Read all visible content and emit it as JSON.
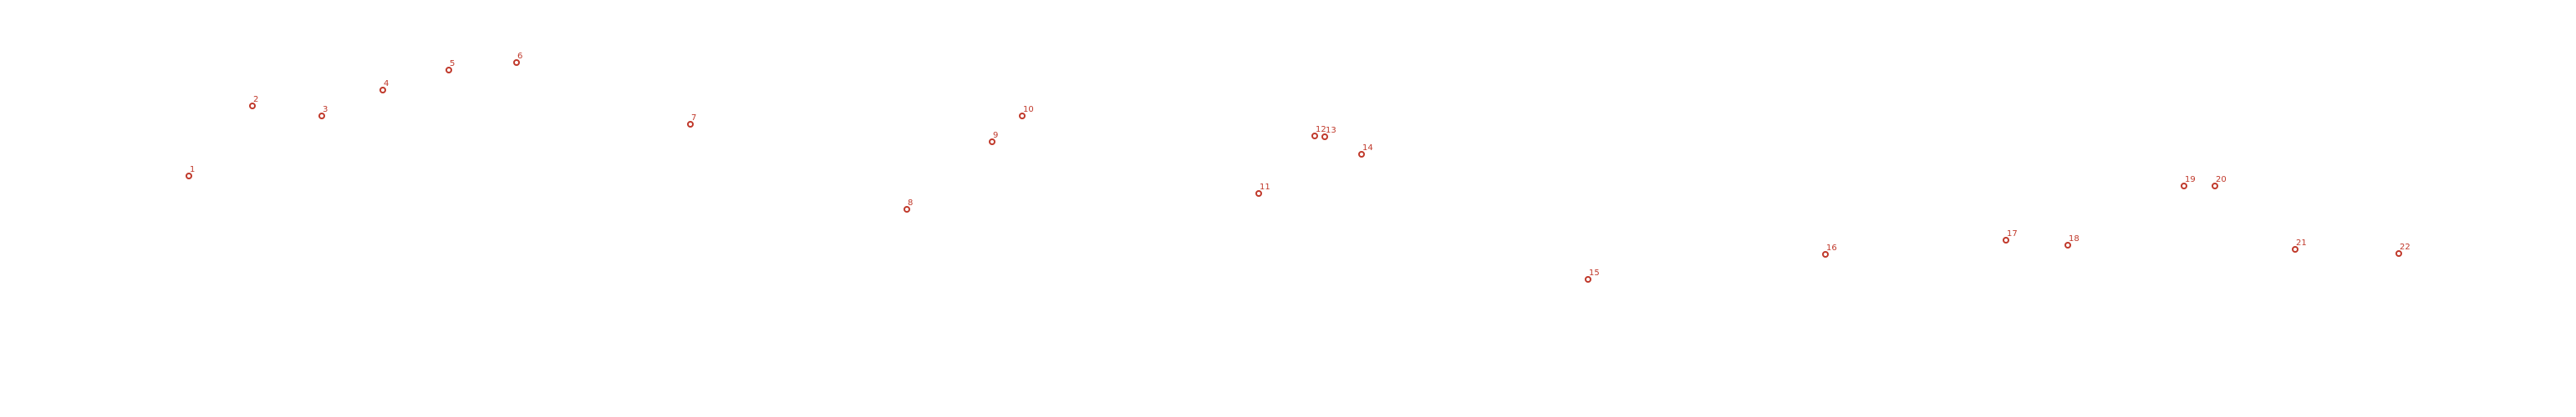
{
  "colors": {
    "background": "#ffffff",
    "marker": "#c0392b",
    "label": "#c0392b"
  },
  "points": [
    {
      "label": "1"
    },
    {
      "label": "2"
    },
    {
      "label": "3"
    },
    {
      "label": "4"
    },
    {
      "label": "5"
    },
    {
      "label": "6"
    },
    {
      "label": "7"
    },
    {
      "label": "8"
    },
    {
      "label": "9"
    },
    {
      "label": "10"
    },
    {
      "label": "11"
    },
    {
      "label": "12"
    },
    {
      "label": "13"
    },
    {
      "label": "14"
    },
    {
      "label": "15"
    },
    {
      "label": "16"
    },
    {
      "label": "17"
    },
    {
      "label": "18"
    },
    {
      "label": "19"
    },
    {
      "label": "20"
    },
    {
      "label": "21"
    },
    {
      "label": "22"
    }
  ]
}
